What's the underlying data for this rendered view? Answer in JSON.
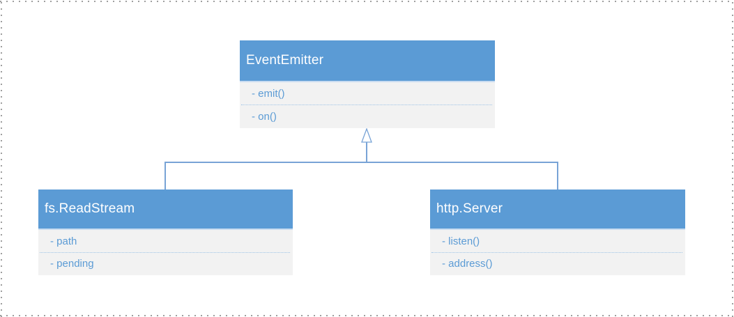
{
  "diagram": {
    "type": "uml-class-diagram",
    "classes": [
      {
        "name": "EventEmitter",
        "members": [
          "- emit()",
          "- on()"
        ]
      },
      {
        "name": "fs.ReadStream",
        "members": [
          "- path",
          "- pending"
        ]
      },
      {
        "name": "http.Server",
        "members": [
          "- listen()",
          "- address()"
        ]
      }
    ],
    "relations": [
      {
        "from": "fs.ReadStream",
        "to": "EventEmitter",
        "type": "inheritance"
      },
      {
        "from": "http.Server",
        "to": "EventEmitter",
        "type": "inheritance"
      }
    ],
    "colors": {
      "header_fill": "#5B9BD5",
      "body_fill": "#F2F2F2",
      "title_text": "#FFFFFF",
      "member_text": "#5B9BD5",
      "separator": "#9DC3E6",
      "connector": "#78A3D6",
      "header_divider": "#C9DCF0",
      "border_dots": "#9E9E9E"
    }
  }
}
